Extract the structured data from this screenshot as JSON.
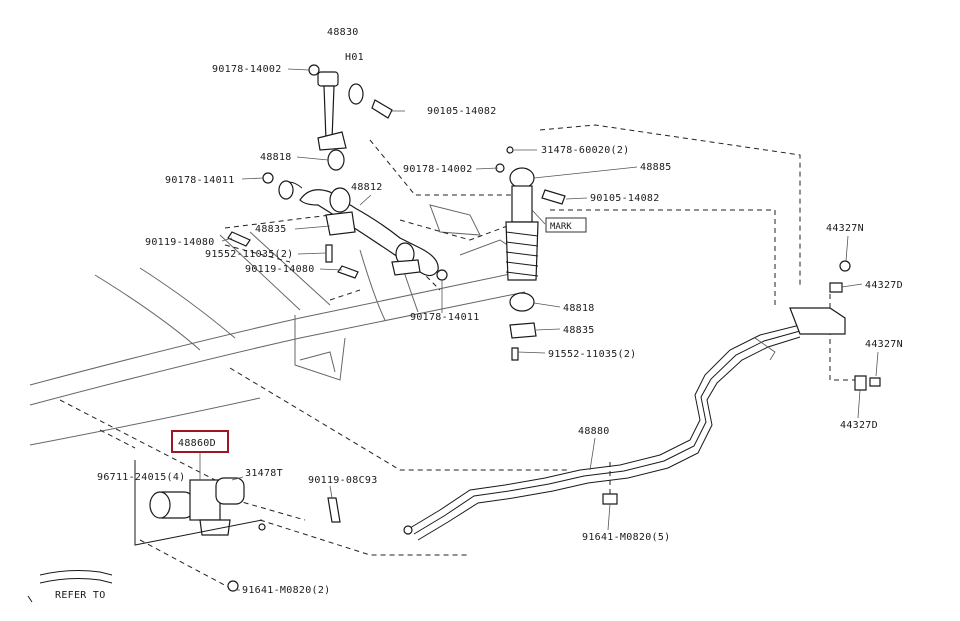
{
  "labels": {
    "l48830": "48830",
    "lH01": "H01",
    "l9017814002a": "90178-14002",
    "l9010514082a": "90105-14082",
    "l48818a": "48818",
    "l9017814011a": "90178-14011",
    "l48812": "48812",
    "l48835a": "48835",
    "l9011914080a": "90119-14080",
    "l9155211035a": "91552-11035(2)",
    "l9011914080b": "90119-14080",
    "l9017814002b": "90178-14002",
    "l3147860020": "31478-60020(2)",
    "l48885": "48885",
    "l9010514082b": "90105-14082",
    "lMARK": "MARK",
    "l9017814011b": "90178-14011",
    "l48818b": "48818",
    "l48835b": "48835",
    "l9155211035b": "91552-11035(2)",
    "l44327Na": "44327N",
    "l44327Da": "44327D",
    "l44327Nb": "44327N",
    "l44327Db": "44327D",
    "l48880": "48880",
    "l48860D": "48860D",
    "l9671124015": "96711-24015(4)",
    "l31478T": "31478T",
    "l90119M0C93": "90119-08C93",
    "l91641M0820a": "91641-M0820(5)",
    "l91641M0820b": "91641-M0820(2)",
    "lREFER": "REFER TO"
  },
  "colors": {
    "highlight": "#a01525",
    "ink": "#1a1a1a"
  }
}
